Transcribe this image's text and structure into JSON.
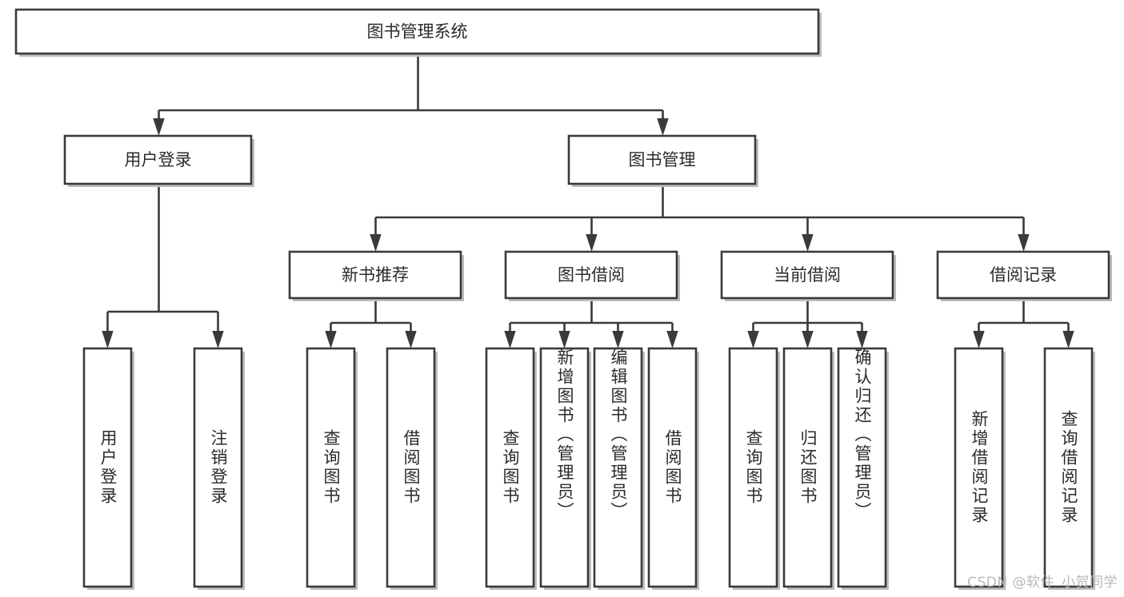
{
  "diagram": {
    "type": "tree",
    "title": "图书管理系统",
    "root": {
      "id": "root",
      "label": "图书管理系统",
      "orientation": "horizontal"
    },
    "level2": [
      {
        "id": "user-login",
        "label": "用户登录",
        "orientation": "horizontal"
      },
      {
        "id": "book-management",
        "label": "图书管理",
        "orientation": "horizontal"
      }
    ],
    "level3": [
      {
        "id": "new-book-recommend",
        "label": "新书推荐",
        "parent": "book-management",
        "orientation": "horizontal"
      },
      {
        "id": "book-borrow",
        "label": "图书借阅",
        "parent": "book-management",
        "orientation": "horizontal"
      },
      {
        "id": "current-borrow",
        "label": "当前借阅",
        "parent": "book-management",
        "orientation": "horizontal"
      },
      {
        "id": "borrow-record",
        "label": "借阅记录",
        "parent": "book-management",
        "orientation": "horizontal"
      }
    ],
    "leaves": [
      {
        "id": "leaf-user-login",
        "label": "用户登录",
        "parent": "user-login",
        "orientation": "vertical"
      },
      {
        "id": "leaf-user-logout",
        "label": "注销登录",
        "parent": "user-login",
        "orientation": "vertical"
      },
      {
        "id": "leaf-query-book-1",
        "label": "查询图书",
        "parent": "new-book-recommend",
        "orientation": "vertical"
      },
      {
        "id": "leaf-borrow-book-1",
        "label": "借阅图书",
        "parent": "new-book-recommend",
        "orientation": "vertical"
      },
      {
        "id": "leaf-query-book-2",
        "label": "查询图书",
        "parent": "book-borrow",
        "orientation": "vertical"
      },
      {
        "id": "leaf-add-book",
        "label": "新增图书（管理员）",
        "parent": "book-borrow",
        "orientation": "vertical"
      },
      {
        "id": "leaf-edit-book",
        "label": "编辑图书（管理员）",
        "parent": "book-borrow",
        "orientation": "vertical"
      },
      {
        "id": "leaf-borrow-book-2",
        "label": "借阅图书",
        "parent": "book-borrow",
        "orientation": "vertical"
      },
      {
        "id": "leaf-query-book-3",
        "label": "查询图书",
        "parent": "current-borrow",
        "orientation": "vertical"
      },
      {
        "id": "leaf-return-book",
        "label": "归还图书",
        "parent": "current-borrow",
        "orientation": "vertical"
      },
      {
        "id": "leaf-confirm-return",
        "label": "确认归还（管理员）",
        "parent": "current-borrow",
        "orientation": "vertical"
      },
      {
        "id": "leaf-add-record",
        "label": "新增借阅记录",
        "parent": "borrow-record",
        "orientation": "vertical"
      },
      {
        "id": "leaf-query-record",
        "label": "查询借阅记录",
        "parent": "borrow-record",
        "orientation": "vertical"
      }
    ],
    "colors": {
      "box_stroke": "#3a3a3a",
      "box_fill": "#ffffff",
      "edge": "#3a3a3a",
      "text": "#2b2b2b",
      "shadow": "#bdbdbd",
      "watermark": "#b9b9b9",
      "background": "#ffffff"
    }
  },
  "watermark": {
    "text": "CSDN @软件_小贺同学"
  }
}
